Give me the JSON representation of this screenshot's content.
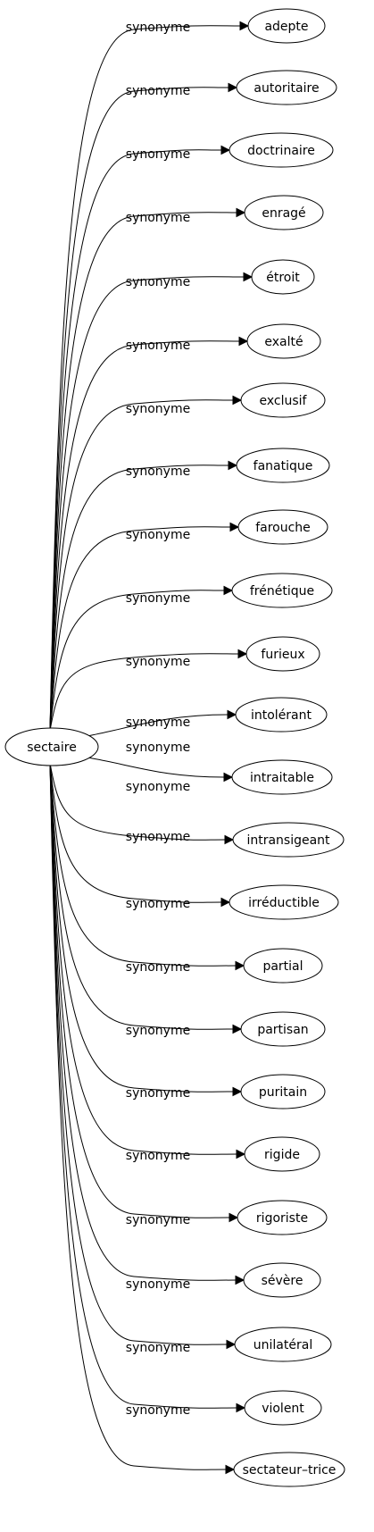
{
  "diagram": {
    "source": {
      "id": "sectaire",
      "label": "sectaire"
    },
    "edge_label": "synonyme",
    "targets": [
      {
        "id": "adepte",
        "label": "adepte"
      },
      {
        "id": "autoritaire",
        "label": "autoritaire"
      },
      {
        "id": "doctrinaire",
        "label": "doctrinaire"
      },
      {
        "id": "enrage",
        "label": "enragé"
      },
      {
        "id": "etroit",
        "label": "étroit"
      },
      {
        "id": "exalte",
        "label": "exalté"
      },
      {
        "id": "exclusif",
        "label": "exclusif"
      },
      {
        "id": "fanatique",
        "label": "fanatique"
      },
      {
        "id": "farouche",
        "label": "farouche"
      },
      {
        "id": "frenetique",
        "label": "frénétique"
      },
      {
        "id": "furieux",
        "label": "furieux"
      },
      {
        "id": "intolerant",
        "label": "intolérant"
      },
      {
        "id": "intraitable",
        "label": "intraitable"
      },
      {
        "id": "intransigeant",
        "label": "intransigeant"
      },
      {
        "id": "irreductible",
        "label": "irréductible"
      },
      {
        "id": "partial",
        "label": "partial"
      },
      {
        "id": "partisan",
        "label": "partisan"
      },
      {
        "id": "puritain",
        "label": "puritain"
      },
      {
        "id": "rigide",
        "label": "rigide"
      },
      {
        "id": "rigoriste",
        "label": "rigoriste"
      },
      {
        "id": "severe",
        "label": "sévère"
      },
      {
        "id": "unilateral",
        "label": "unilatéral"
      },
      {
        "id": "violent",
        "label": "violent"
      },
      {
        "id": "sectateur-trice",
        "label": "sectateur–trice"
      }
    ]
  }
}
